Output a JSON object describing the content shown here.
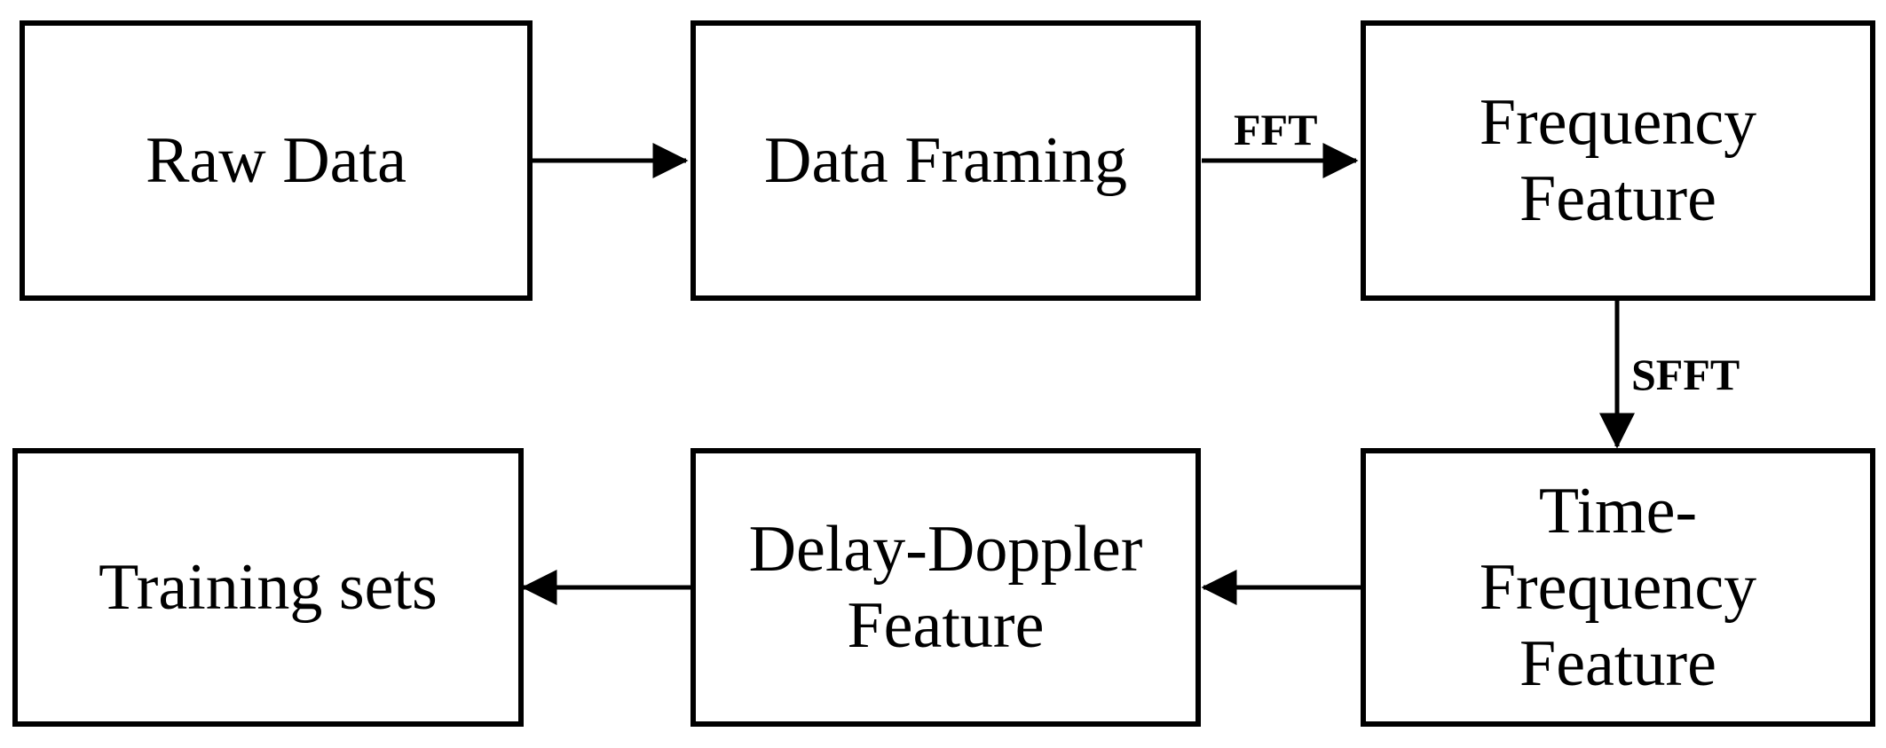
{
  "nodes": {
    "raw_data": {
      "label": "Raw Data"
    },
    "data_framing": {
      "label": "Data Framing"
    },
    "frequency_feature": {
      "label": "Frequency\nFeature"
    },
    "time_frequency_feature": {
      "label": "Time-\nFrequency\nFeature"
    },
    "delay_doppler_feature": {
      "label": "Delay-Doppler\nFeature"
    },
    "training_sets": {
      "label": "Training sets"
    }
  },
  "edges": {
    "fft": {
      "label": "FFT"
    },
    "sfft": {
      "label": "SFFT"
    }
  },
  "colors": {
    "stroke": "#000000",
    "background": "#ffffff"
  }
}
